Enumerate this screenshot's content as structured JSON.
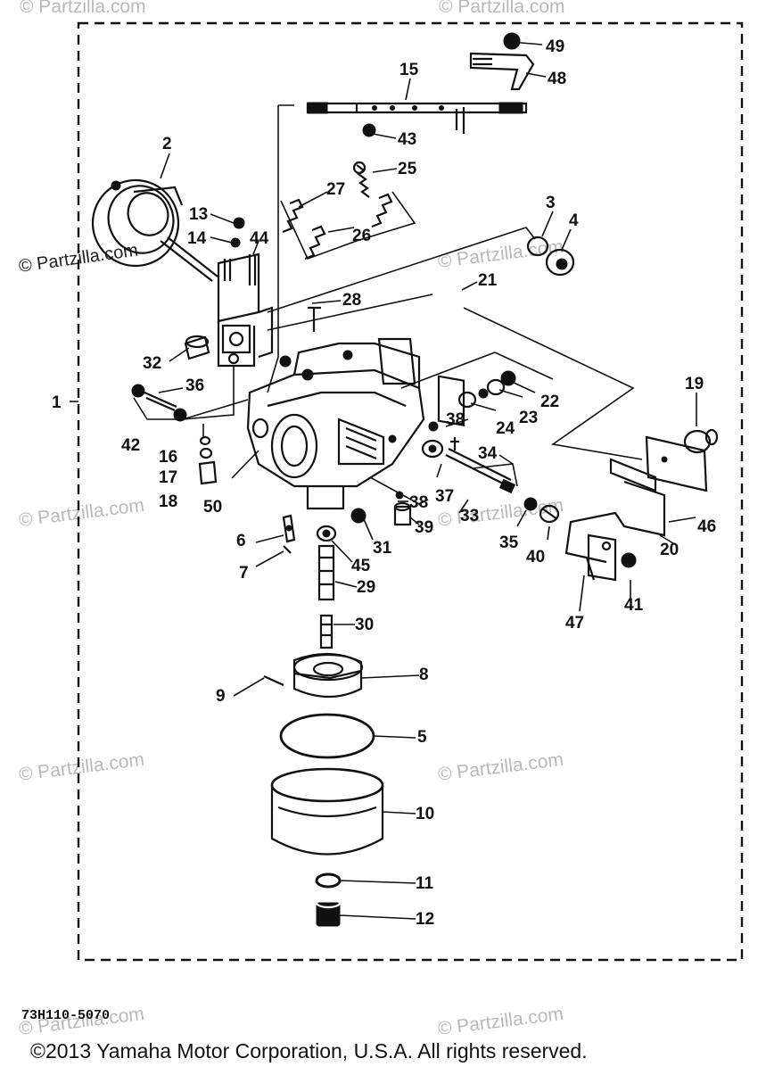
{
  "diagram": {
    "part_callouts": [
      {
        "id": "p1",
        "label": "1"
      },
      {
        "id": "p2",
        "label": "2"
      },
      {
        "id": "p3",
        "label": "3"
      },
      {
        "id": "p4",
        "label": "4"
      },
      {
        "id": "p5",
        "label": "5"
      },
      {
        "id": "p6",
        "label": "6"
      },
      {
        "id": "p7",
        "label": "7"
      },
      {
        "id": "p8",
        "label": "8"
      },
      {
        "id": "p9",
        "label": "9"
      },
      {
        "id": "p10",
        "label": "10"
      },
      {
        "id": "p11",
        "label": "11"
      },
      {
        "id": "p12",
        "label": "12"
      },
      {
        "id": "p13",
        "label": "13"
      },
      {
        "id": "p14",
        "label": "14"
      },
      {
        "id": "p15",
        "label": "15"
      },
      {
        "id": "p16",
        "label": "16"
      },
      {
        "id": "p17",
        "label": "17"
      },
      {
        "id": "p18",
        "label": "18"
      },
      {
        "id": "p19",
        "label": "19"
      },
      {
        "id": "p20",
        "label": "20"
      },
      {
        "id": "p21",
        "label": "21"
      },
      {
        "id": "p22",
        "label": "22"
      },
      {
        "id": "p23",
        "label": "23"
      },
      {
        "id": "p24",
        "label": "24"
      },
      {
        "id": "p25",
        "label": "25"
      },
      {
        "id": "p26",
        "label": "26"
      },
      {
        "id": "p27",
        "label": "27"
      },
      {
        "id": "p28",
        "label": "28"
      },
      {
        "id": "p29",
        "label": "29"
      },
      {
        "id": "p30",
        "label": "30"
      },
      {
        "id": "p31",
        "label": "31"
      },
      {
        "id": "p32",
        "label": "32"
      },
      {
        "id": "p33",
        "label": "33"
      },
      {
        "id": "p34",
        "label": "34"
      },
      {
        "id": "p35",
        "label": "35"
      },
      {
        "id": "p36",
        "label": "36"
      },
      {
        "id": "p37",
        "label": "37"
      },
      {
        "id": "p38a",
        "label": "38"
      },
      {
        "id": "p38b",
        "label": "38"
      },
      {
        "id": "p39",
        "label": "39"
      },
      {
        "id": "p40",
        "label": "40"
      },
      {
        "id": "p41",
        "label": "41"
      },
      {
        "id": "p42",
        "label": "42"
      },
      {
        "id": "p43",
        "label": "43"
      },
      {
        "id": "p44",
        "label": "44"
      },
      {
        "id": "p45",
        "label": "45"
      },
      {
        "id": "p46",
        "label": "46"
      },
      {
        "id": "p47",
        "label": "47"
      },
      {
        "id": "p48",
        "label": "48"
      },
      {
        "id": "p49",
        "label": "49"
      },
      {
        "id": "p50",
        "label": "50"
      }
    ],
    "drawing_code": "73H110-5070",
    "watermark": "© Partzilla.com",
    "copyright": "©2013  Yamaha Motor Corporation, U.S.A. All rights reserved."
  }
}
